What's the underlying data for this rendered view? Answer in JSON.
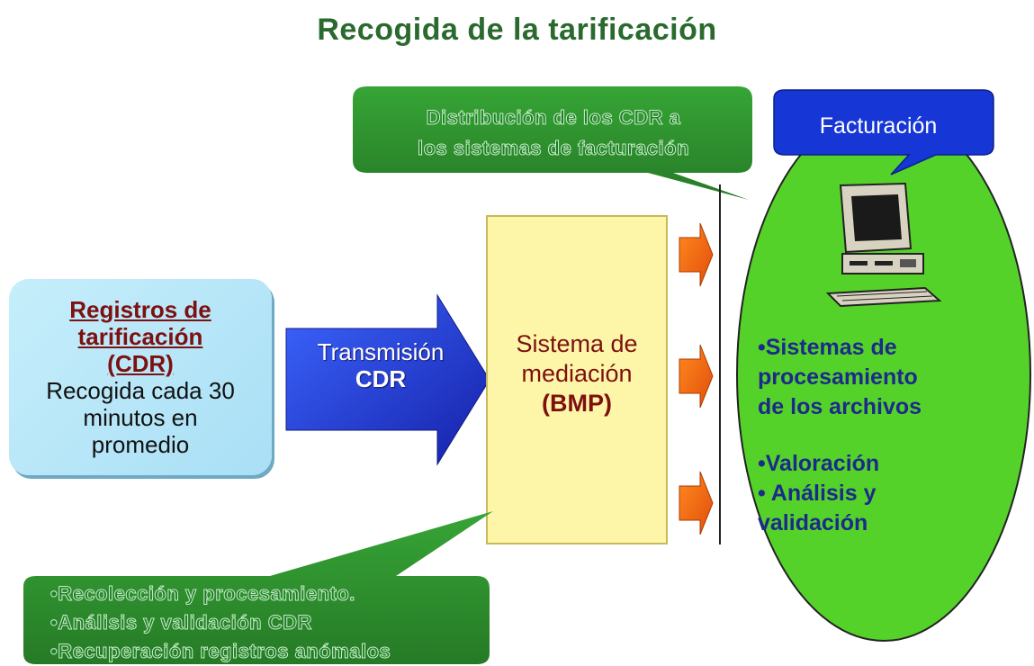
{
  "title": "Recogida de la tarificación",
  "cdr_box": {
    "title_lines": [
      "Registros de",
      "tarificación",
      "(CDR)"
    ],
    "desc_lines": [
      "Recogida cada 30",
      "minutos en",
      "promedio"
    ]
  },
  "transmission": {
    "line1": "Transmisión",
    "line2": "CDR"
  },
  "mediation": {
    "line1": "Sistema de",
    "line2": "mediación",
    "line3": "(BMP)"
  },
  "distribution_callout": {
    "lines": [
      "Distribución de los CDR a",
      "los sistemas de facturación"
    ]
  },
  "facturacion_callout": {
    "label": "Facturación"
  },
  "ellipse": {
    "block1": [
      "•Sistemas de",
      "procesamiento",
      "de los archivos"
    ],
    "block2": [
      "•Valoración",
      "•  Análisis y",
      "validación"
    ]
  },
  "bottom_callout": {
    "lines": [
      "•Recolección y procesamiento.",
      "•Análisis y validación CDR",
      "•Recuperación registros anómalos"
    ]
  },
  "colors": {
    "title": "#2a6a2f",
    "callout_green": "#2e8a2e",
    "ellipse_green": "#55d22a",
    "mediation_fill": "#fdf6a8",
    "arrow_blue": "#1733c8",
    "facturacion_blue": "#1637d6",
    "small_arrow": "#ff6a16",
    "cdr_box": "#b5e6f8"
  },
  "icons": [
    "computer-icon"
  ]
}
